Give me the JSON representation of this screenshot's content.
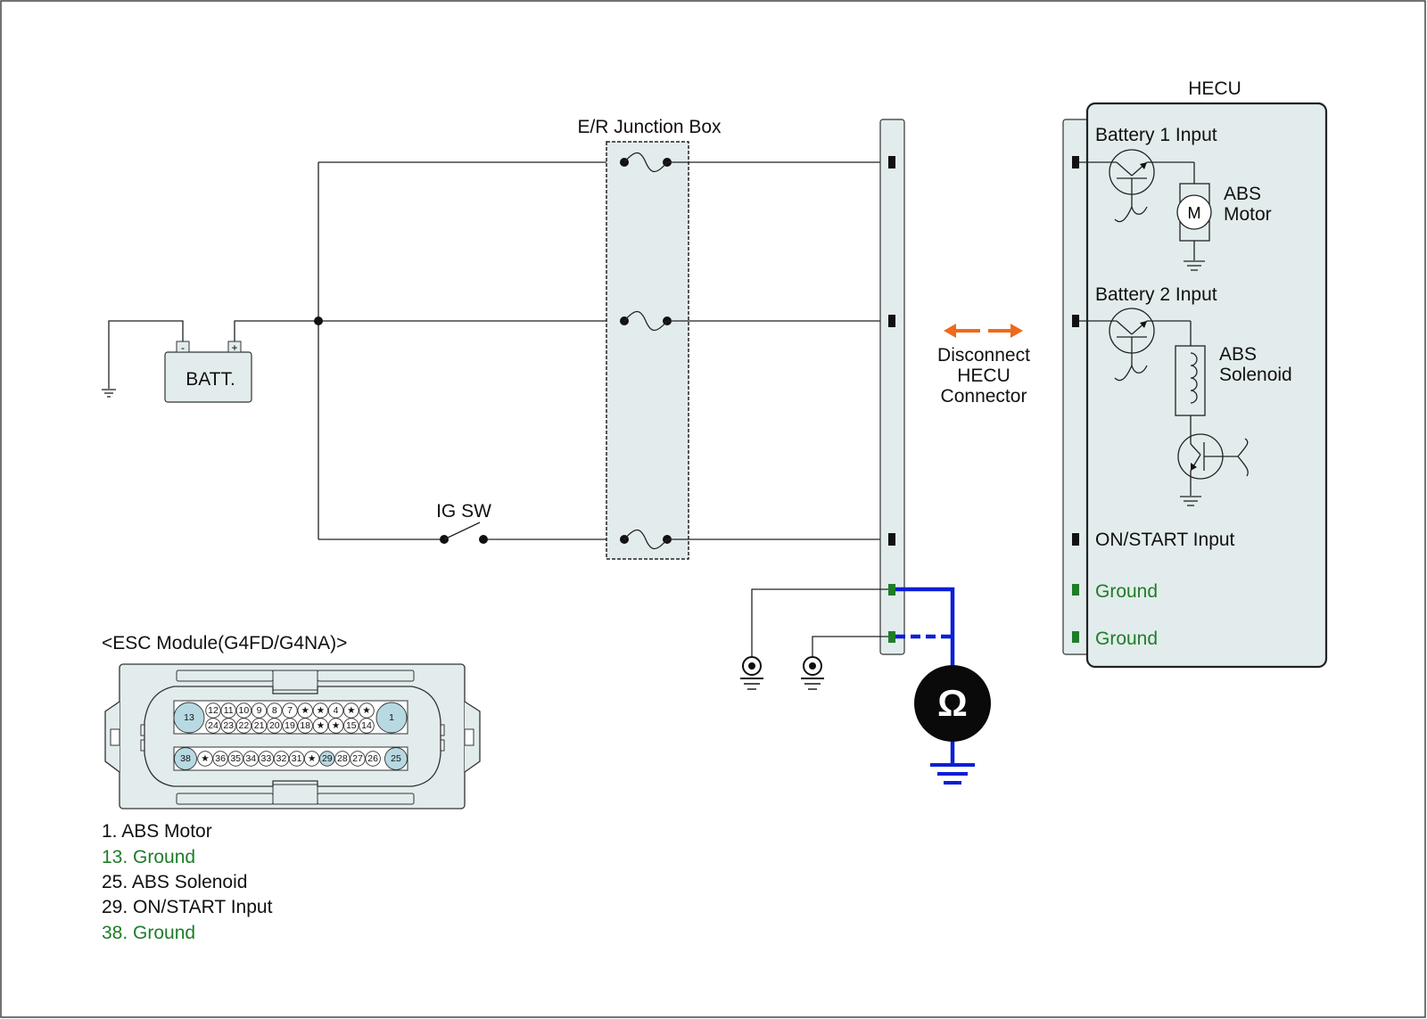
{
  "labels": {
    "junction_box": "E/R Junction Box",
    "hecu": "HECU",
    "battery": "BATT.",
    "battery_neg": "-",
    "battery_pos": "+",
    "ig_sw": "IG SW",
    "disconnect": [
      "Disconnect",
      "HECU",
      "Connector"
    ],
    "motor_symbol": "M",
    "abs_motor": [
      "ABS",
      "Motor"
    ],
    "abs_solenoid": [
      "ABS",
      "Solenoid"
    ],
    "ohm_symbol": "Ω"
  },
  "hecu_pins": [
    {
      "label": "Battery 1 Input",
      "color": "#111111"
    },
    {
      "label": "Battery 2 Input",
      "color": "#111111"
    },
    {
      "label": "ON/START Input",
      "color": "#111111"
    },
    {
      "label": "Ground",
      "color": "#1e7d28"
    },
    {
      "label": "Ground",
      "color": "#1e7d28"
    }
  ],
  "connector": {
    "title": "<ESC Module(G4FD/G4NA)>",
    "big_pins": [
      "13",
      "1",
      "38",
      "25"
    ],
    "row1": [
      "12",
      "11",
      "10",
      "9",
      "8",
      "7",
      "★",
      "★",
      "4",
      "★",
      "★"
    ],
    "row2": [
      "24",
      "23",
      "22",
      "21",
      "20",
      "19",
      "18",
      "★",
      "★",
      "15",
      "14"
    ],
    "row3": [
      "★",
      "36",
      "35",
      "34",
      "33",
      "32",
      "31",
      "★",
      "29",
      "28",
      "27",
      "26"
    ],
    "highlight_pins": [
      "29"
    ]
  },
  "legend": [
    {
      "text": "1. ABS Motor",
      "color": "#111111"
    },
    {
      "text": "13. Ground",
      "color": "#1e7d28"
    },
    {
      "text": "25. ABS Solenoid",
      "color": "#111111"
    },
    {
      "text": "29. ON/START Input",
      "color": "#111111"
    },
    {
      "text": "38. Ground",
      "color": "#1e7d28"
    }
  ],
  "colors": {
    "panel_fill": "#e3ecec",
    "pin_fill": "#b7d9e2",
    "meter_wire": "#0b1fd6",
    "arrow": "#ee6a1c",
    "ground_pin": "#1e7d28"
  }
}
